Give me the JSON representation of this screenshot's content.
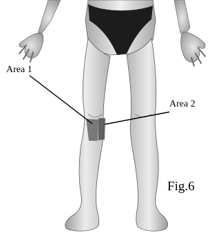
{
  "labels": {
    "area1": "Area 1",
    "area2": "Area 2",
    "figure": "Fig.6"
  },
  "colors": {
    "skin_light": "#f1f1f1",
    "skin_mid": "#c8c8c8",
    "skin_shadow": "#9a9a9a",
    "outline": "#5c5c5c",
    "underwear": "#1c1c1c",
    "area_fill": "#6e6e6e",
    "leader_line": "#000000"
  }
}
